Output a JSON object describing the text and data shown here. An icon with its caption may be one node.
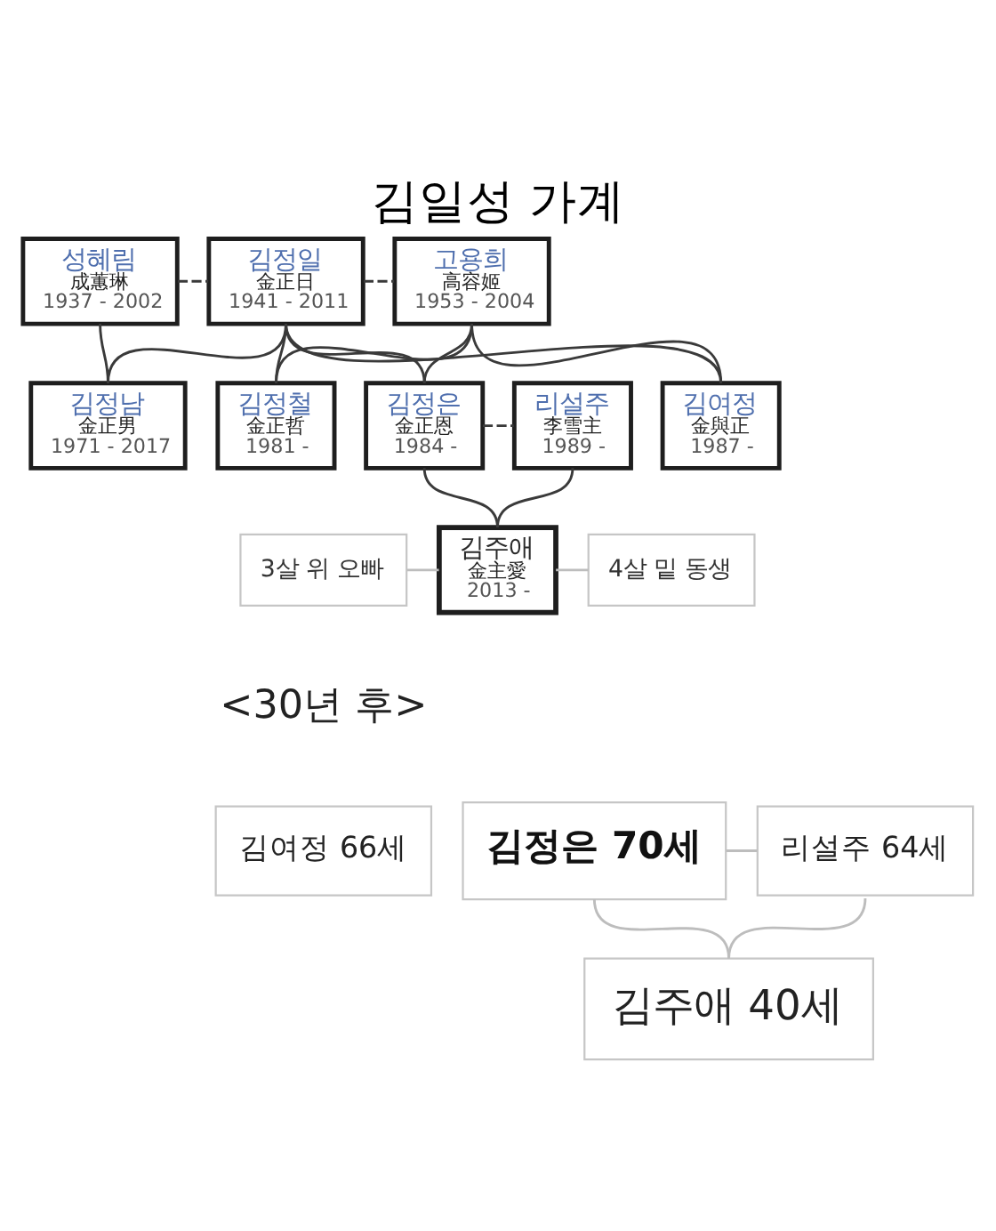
{
  "diagram": {
    "title": "김일성 가계",
    "nodes": [
      {
        "text": [
          "성혜림",
          "成蕙琳",
          "1937 - 2002"
        ]
      },
      {
        "text": [
          "김정일",
          "金正日",
          "1941 - 2011"
        ]
      },
      {
        "text": [
          "고용희",
          "高容姬",
          "1953 - 2004"
        ]
      },
      {
        "text": [
          "김정남",
          "金正男",
          "1971 - 2017"
        ]
      },
      {
        "text": [
          "김정철",
          "金正哲",
          "1981 -"
        ]
      },
      {
        "text": [
          "김정은",
          "金正恩",
          "1984 -"
        ]
      },
      {
        "text": [
          "리설주",
          "李雪主",
          "1989 -"
        ]
      },
      {
        "text": [
          "김여정",
          "金與正",
          "1987 -"
        ]
      },
      {
        "text": [
          "3살 위 오빠"
        ]
      },
      {
        "text": [
          "김주애",
          "金主愛",
          "2013 -"
        ]
      },
      {
        "text": [
          "4살 밑 동생"
        ]
      },
      {
        "text": [
          "김여정 66세"
        ]
      },
      {
        "text": [
          "김정은 70세"
        ]
      },
      {
        "text": [
          "리설주 64세"
        ]
      },
      {
        "text": [
          "김주애 40세"
        ]
      }
    ],
    "edges": [
      {
        "from": 0,
        "to": 1,
        "arrow": "none",
        "style": "dashed"
      },
      {
        "from": 1,
        "to": 2,
        "arrow": "none",
        "style": "dashed"
      },
      {
        "from": 0,
        "to": 3,
        "arrow": "none"
      },
      {
        "from": 1,
        "to": 3,
        "arrow": "none"
      },
      {
        "from": 1,
        "to": 4,
        "arrow": "none"
      },
      {
        "from": 2,
        "to": 4,
        "arrow": "none"
      },
      {
        "from": 1,
        "to": 5,
        "arrow": "none"
      },
      {
        "from": 2,
        "to": 5,
        "arrow": "none"
      },
      {
        "from": 1,
        "to": 7,
        "arrow": "none"
      },
      {
        "from": 2,
        "to": 7,
        "arrow": "none"
      },
      {
        "from": 5,
        "to": 6,
        "arrow": "none",
        "style": "dashed"
      },
      {
        "from": 5,
        "to": 9,
        "arrow": "none"
      },
      {
        "from": 6,
        "to": 9,
        "arrow": "none"
      },
      {
        "from": 8,
        "to": 9,
        "arrow": "none",
        "color": "#bdbdbd"
      },
      {
        "from": 9,
        "to": 10,
        "arrow": "none",
        "color": "#bdbdbd"
      },
      {
        "from": 12,
        "to": 13,
        "arrow": "none",
        "color": "#bdbdbd"
      },
      {
        "from": 12,
        "to": 14,
        "arrow": "none",
        "color": "#bdbdbd"
      },
      {
        "from": 13,
        "to": 14,
        "arrow": "none",
        "color": "#bdbdbd"
      }
    ],
    "labels": [
      "<30년 후>"
    ]
  }
}
